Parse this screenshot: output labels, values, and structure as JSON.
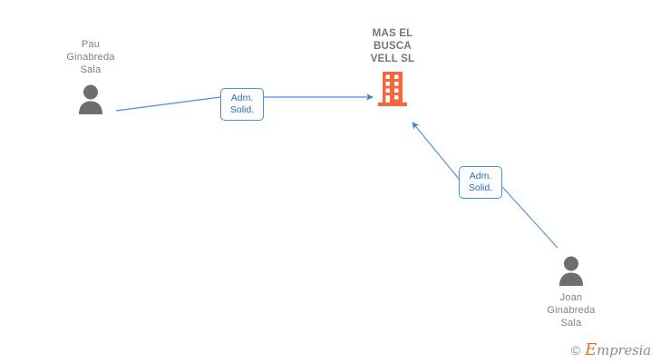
{
  "diagram": {
    "type": "corporate-relationship-graph",
    "background_color": "#ffffff",
    "edge_color": "#4a90d9",
    "company_color": "#f4663c",
    "person_color": "#6e6e6e",
    "label_text_color": "#2f6fb5",
    "name_text_color": "#808080"
  },
  "nodes": {
    "person_left": {
      "name": "Pau\nGinabreda\nSala",
      "icon": "person-icon",
      "type": "person"
    },
    "company": {
      "name": "MAS EL\nBUSCA\nVELL SL",
      "icon": "building-icon",
      "type": "company"
    },
    "person_right": {
      "name": "Joan\nGinabreda\nSala",
      "icon": "person-icon",
      "type": "person"
    }
  },
  "edges": [
    {
      "id": "edge-1",
      "from": "person_left",
      "to": "company",
      "label": "Adm.\nSolid.",
      "direction": "to-company"
    },
    {
      "id": "edge-2",
      "from": "person_right",
      "to": "company",
      "label": "Adm.\nSolid.",
      "direction": "to-company"
    }
  ],
  "watermark": {
    "copyright": "©",
    "brand_lead": "E",
    "brand_rest": "mpresia"
  }
}
